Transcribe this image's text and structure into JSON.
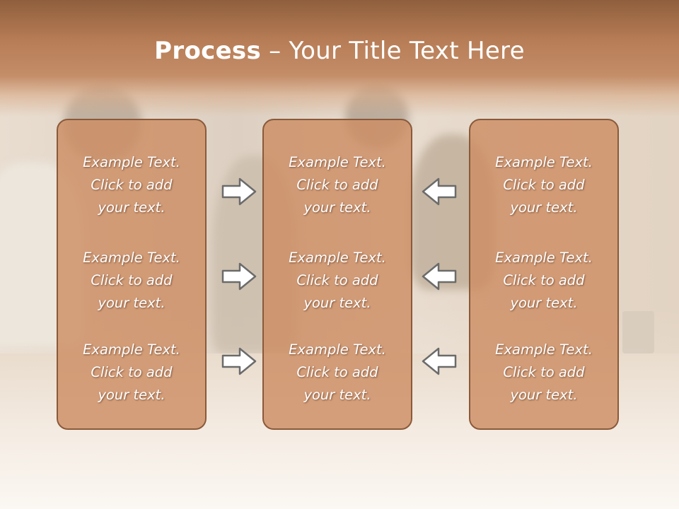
{
  "title": {
    "bold": "Process",
    "rest": " – Your Title Text Here"
  },
  "columns": [
    {
      "items": [
        {
          "line1": "Example Text.",
          "line2": "Click  to add",
          "line3": "your text."
        },
        {
          "line1": "Example Text.",
          "line2": "Click  to add",
          "line3": "your text."
        },
        {
          "line1": "Example Text.",
          "line2": "Click  to add",
          "line3": "your text."
        }
      ]
    },
    {
      "items": [
        {
          "line1": "Example Text.",
          "line2": "Click  to add",
          "line3": "your text."
        },
        {
          "line1": "Example Text.",
          "line2": "Click  to add",
          "line3": "your text."
        },
        {
          "line1": "Example Text.",
          "line2": "Click  to add",
          "line3": "your text."
        }
      ]
    },
    {
      "items": [
        {
          "line1": "Example Text.",
          "line2": "Click  to add",
          "line3": "your text."
        },
        {
          "line1": "Example Text.",
          "line2": "Click  to add",
          "line3": "your text."
        },
        {
          "line1": "Example Text.",
          "line2": "Click  to add",
          "line3": "your text."
        }
      ]
    }
  ],
  "arrows": {
    "left_group": "right-arrow-icon",
    "right_group": "left-arrow-icon"
  },
  "colors": {
    "title_band": "#b77d56",
    "box_fill": "#cd8e64",
    "box_border": "#8a5a3a",
    "arrow_fill": "#ffffff",
    "arrow_stroke": "#6b6b6b"
  }
}
